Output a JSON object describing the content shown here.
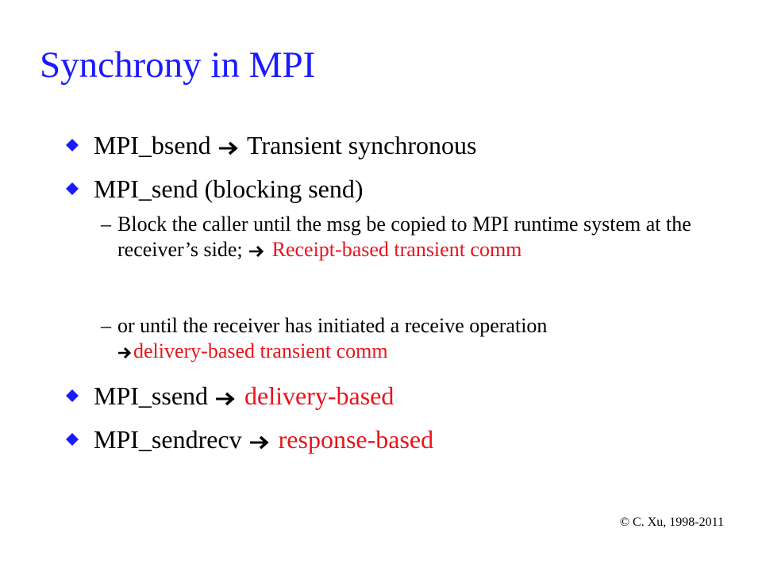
{
  "slide": {
    "title": "Synchrony in MPI",
    "icons": {
      "bullet": "diamond-bullet-icon",
      "arrow": "right-arrow-icon"
    },
    "colors": {
      "title": "#1a1aff",
      "highlight": "#e8141c",
      "bullet": "#1a1aff"
    },
    "bullets": [
      {
        "lead": "MPI_bsend",
        "tail": "Transient synchronous"
      },
      {
        "lead": "MPI_send (blocking send)"
      },
      {
        "lead": "MPI_ssend",
        "tail": "delivery-based"
      },
      {
        "lead": "MPI_sendrecv",
        "tail": "response-based"
      }
    ],
    "subitems": [
      {
        "dash": "–",
        "text": "Block the caller until the msg be copied to MPI runtime system at the receiver’s side;",
        "highlight": "Receipt-based transient comm"
      },
      {
        "dash": "–",
        "text": "or until the receiver has initiated a receive operation",
        "highlight": "delivery-based transient comm"
      }
    ],
    "footer": "© C. Xu, 1998-2011"
  }
}
